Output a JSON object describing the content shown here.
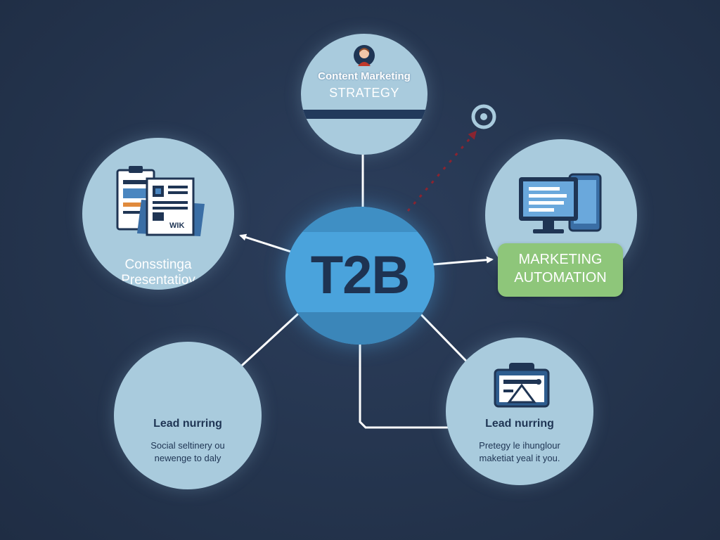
{
  "center": {
    "label": "T2B"
  },
  "top_node": {
    "title": "Content Marketing",
    "subtitle": "STRATEGY"
  },
  "left_node": {
    "line1": "Consstinga",
    "line2": "Presentatioy",
    "doc_tag": "WIK"
  },
  "right_node": {
    "line1": "MARKETING",
    "line2": "AUTOMATION"
  },
  "bottom_left_node": {
    "title": "Lead nurring",
    "line1": "Social seltinery ou",
    "line2": "newenge to daly"
  },
  "bottom_right_node": {
    "title": "Lead nurring",
    "line1": "Pretegy le ihunglour",
    "line2": "maketiat yeal it you."
  },
  "colors": {
    "background": "#263650",
    "node": "#a9cbdd",
    "center": "#4aa3dc",
    "navy": "#1f3554",
    "green_pill": "#8ec67a",
    "dotted_arrow": "#8a2430"
  },
  "icons": [
    "person-avatar-icon",
    "document-stack-icon",
    "monitor-tablet-icon",
    "certificate-card-icon",
    "target-icon"
  ]
}
